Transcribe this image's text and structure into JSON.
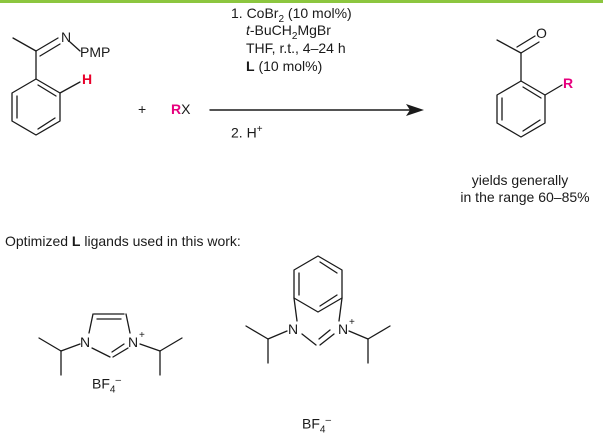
{
  "colors": {
    "accent_bar": "#8cc63f",
    "highlight_h": "#e8002a",
    "highlight_r": "#e6007e",
    "ink": "#1a1a1a"
  },
  "reactant": {
    "n_label": "N",
    "pmp_label": "PMP",
    "h_label": "H"
  },
  "reagent": {
    "plus": "+",
    "r_part": "R",
    "x_part": "X"
  },
  "conditions": {
    "line1_prefix": "1. CoBr",
    "line1_sub": "2",
    "line1_suffix": " (10 mol%)",
    "line2_italic": "t",
    "line2_mid": "-BuCH",
    "line2_sub": "2",
    "line2_suffix": "MgBr",
    "line3": "THF, r.t., 4–24 h",
    "line4_bold": "L",
    "line4_suffix": " (10 mol%)",
    "line5_prefix": "2. H",
    "line5_sup": "+"
  },
  "product": {
    "o_label": "O",
    "r_label": "R"
  },
  "yields": {
    "line1": "yields generally",
    "line2": "in the range 60–85%"
  },
  "ligands_caption": {
    "prefix": "Optimized ",
    "bold": "L",
    "suffix": " ligands used in this work:"
  },
  "ligand1": {
    "n1": "N",
    "n2": "N",
    "plus": "+",
    "anion_base": "BF",
    "anion_sub": "4",
    "anion_sup": "–"
  },
  "ligand2": {
    "n1": "N",
    "n2": "N",
    "plus": "+",
    "anion_base": "BF",
    "anion_sub": "4",
    "anion_sup": "–"
  }
}
